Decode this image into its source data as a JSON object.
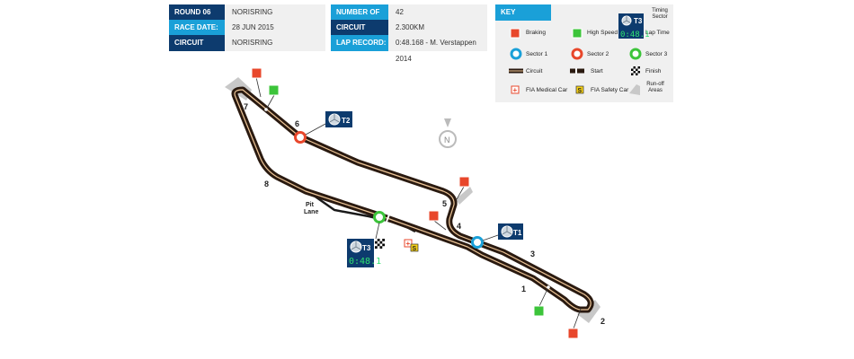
{
  "info": {
    "round_label": "ROUND 06",
    "round_value": "NORISRING",
    "race_date_label": "RACE DATE:",
    "race_date_value": "28 JUN 2015",
    "circuit_name_label": "CIRCUIT NAME:",
    "circuit_name_value": "NORISRING",
    "laps_label": "NUMBER OF LAPS:",
    "laps_value": "42",
    "length_label": "CIRCUIT LENGTH:",
    "length_value": "2.300KM",
    "record_label": "LAP RECORD:",
    "record_value": "0:48.168 - M. Verstappen 2014"
  },
  "key": {
    "title": "KEY",
    "timing_sector": "Timing Sector",
    "lap_time": "Lap Time",
    "braking": "Braking",
    "high_speed": "High Speed",
    "sector1": "Sector 1",
    "sector2": "Sector 2",
    "sector3": "Sector 3",
    "circuit": "Circuit",
    "start": "Start",
    "finish": "Finish",
    "medical_car": "FIA Medical Car",
    "safety_car": "FIA Safety Car",
    "runoff": "Run-off Areas",
    "sample_time": "0:48.1",
    "sample_tag": "T3"
  },
  "map": {
    "turns": [
      "1",
      "2",
      "3",
      "4",
      "5",
      "6",
      "7",
      "8"
    ],
    "pit_lane_line1": "Pit",
    "pit_lane_line2": "Lane",
    "compass": "N",
    "t1_tag": "T1",
    "t2_tag": "T2",
    "t3_tag": "T3",
    "t3_time": "0:48.1",
    "safety_car_letter": "S",
    "medical_car_letter": "+"
  },
  "colors": {
    "dark_blue": "#0d3b6e",
    "light_blue": "#1aa0d8",
    "braking_red": "#e8472b",
    "high_speed_green": "#3cc43a",
    "sector1": "#1aa0d8",
    "sector2": "#e8472b",
    "sector3": "#3cc43a",
    "track": "#2a1a10",
    "runoff": "#c8c8c8"
  }
}
